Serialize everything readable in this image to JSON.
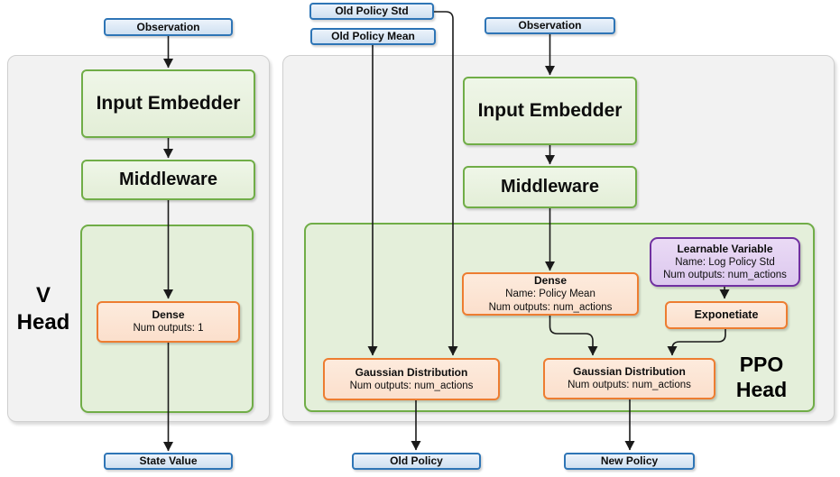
{
  "colors": {
    "blue_border": "#2E75B6",
    "blue_fill": "#DCE9F7",
    "green_border": "#70AD47",
    "green_box_fill": "#E9F2E0",
    "green_container_fill": "#E4EFDA",
    "orange_border": "#ED7D31",
    "orange_fill": "#FCE4D6",
    "purple_border": "#7030A0",
    "purple_fill": "#E2CFF0",
    "panel_fill": "#F2F2F2",
    "connector": "#1A1A1A"
  },
  "v_head": {
    "title_line1": "V",
    "title_line2": "Head",
    "observation": "Observation",
    "input_embedder": "Input Embedder",
    "middleware": "Middleware",
    "dense_title": "Dense",
    "dense_outputs": "Num outputs: 1",
    "output": "State Value"
  },
  "ppo_head": {
    "title_line1": "PPO",
    "title_line2": "Head",
    "old_policy_std": "Old Policy Std",
    "old_policy_mean": "Old Policy Mean",
    "observation": "Observation",
    "input_embedder": "Input Embedder",
    "middleware": "Middleware",
    "dense_title": "Dense",
    "dense_name": "Name: Policy Mean",
    "dense_outputs": "Num outputs: num_actions",
    "learnable_title": "Learnable Variable",
    "learnable_name": "Name: Log Policy Std",
    "learnable_outputs": "Num outputs: num_actions",
    "exponetiate": "Exponetiate",
    "gaussian_old_title": "Gaussian Distribution",
    "gaussian_old_outputs": "Num outputs: num_actions",
    "gaussian_new_title": "Gaussian Distribution",
    "gaussian_new_outputs": "Num outputs: num_actions",
    "old_policy": "Old Policy",
    "new_policy": "New Policy"
  }
}
